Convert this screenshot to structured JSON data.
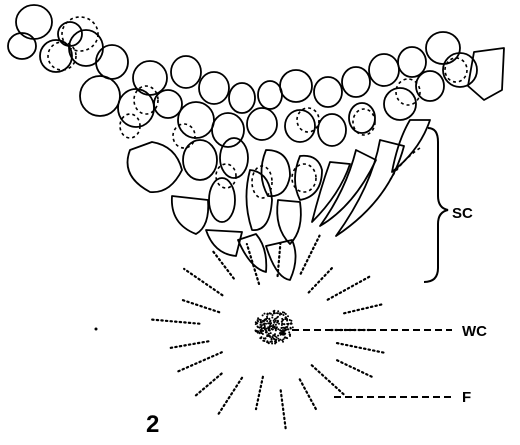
{
  "figure": {
    "number": "2",
    "labels": {
      "sc": "SC",
      "wc": "WC",
      "f": "F"
    }
  }
}
